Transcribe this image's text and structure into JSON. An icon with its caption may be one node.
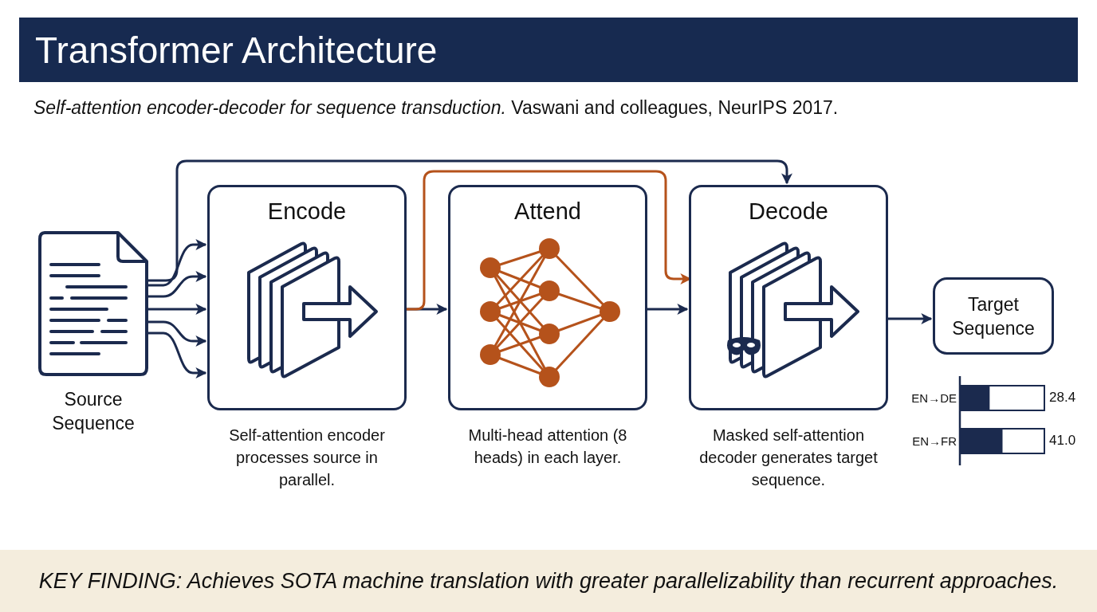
{
  "diagram": {
    "title": "Transformer Architecture",
    "caption": "KEY FINDING: Achieves SOTA machine translation with greater parallelizability than recurrent approaches.",
    "nodes": [
      {
        "text": [
          "Source Sequence"
        ]
      },
      {
        "text": [
          "Encode"
        ],
        "beside": [
          "Self-attention encoder processes source in parallel."
        ]
      },
      {
        "text": [
          "Attend"
        ],
        "beside": [
          "Multi-head attention (8 heads) in each layer."
        ]
      },
      {
        "text": [
          "Decode"
        ],
        "beside": [
          "Masked self-attention decoder generates target sequence."
        ]
      },
      {
        "text": [
          "Target Sequence"
        ]
      }
    ],
    "edges": [
      {
        "from": 0,
        "to": 1,
        "arrow": "to"
      },
      {
        "from": 0,
        "to": 1,
        "arrow": "to"
      },
      {
        "from": 0,
        "to": 1,
        "arrow": "to"
      },
      {
        "from": 0,
        "to": 1,
        "arrow": "to"
      },
      {
        "from": 0,
        "to": 1,
        "arrow": "to"
      },
      {
        "from": 0,
        "to": 3,
        "arrow": "to"
      },
      {
        "from": 1,
        "to": 2,
        "arrow": "to"
      },
      {
        "from": 1,
        "to": 3,
        "arrow": "to",
        "color": "#b5521b"
      },
      {
        "from": 2,
        "to": 3,
        "arrow": "to"
      },
      {
        "from": 3,
        "to": 4,
        "arrow": "to"
      }
    ],
    "labels": [
      "*Self-attention encoder-decoder for sequence transduction.* Vaswani and colleagues, NeurIPS 2017."
    ],
    "chart_data": {
      "type": "bar",
      "orientation": "horizontal",
      "categories": [
        "EN→DE",
        "EN→FR"
      ],
      "values": [
        28.4,
        41.0
      ],
      "value_labels": [
        "28.4",
        "41.0"
      ]
    }
  }
}
